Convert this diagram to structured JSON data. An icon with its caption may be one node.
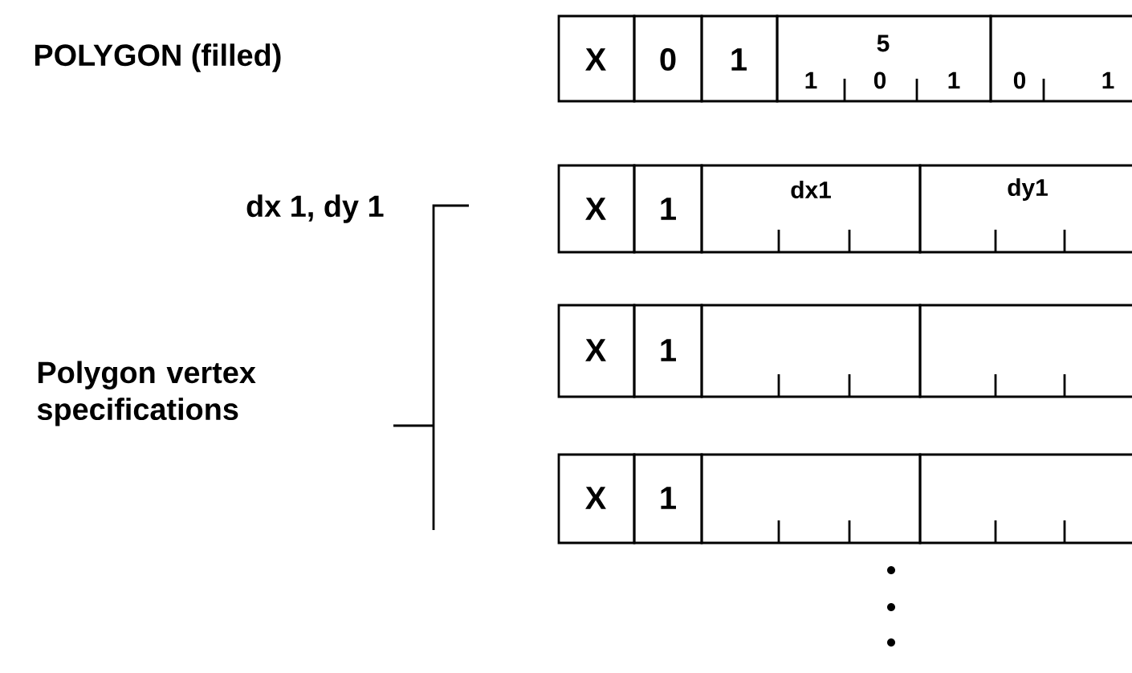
{
  "diagram": {
    "labels": [
      "POLYGON (filled)",
      "X",
      "0",
      "1",
      "5",
      "1",
      "0",
      "1",
      "0",
      "1",
      "dx 1, dy 1",
      "X",
      "1",
      "dx1",
      "dy1",
      "Polygon vertex specifications",
      "X",
      "1",
      "X",
      "1"
    ]
  }
}
